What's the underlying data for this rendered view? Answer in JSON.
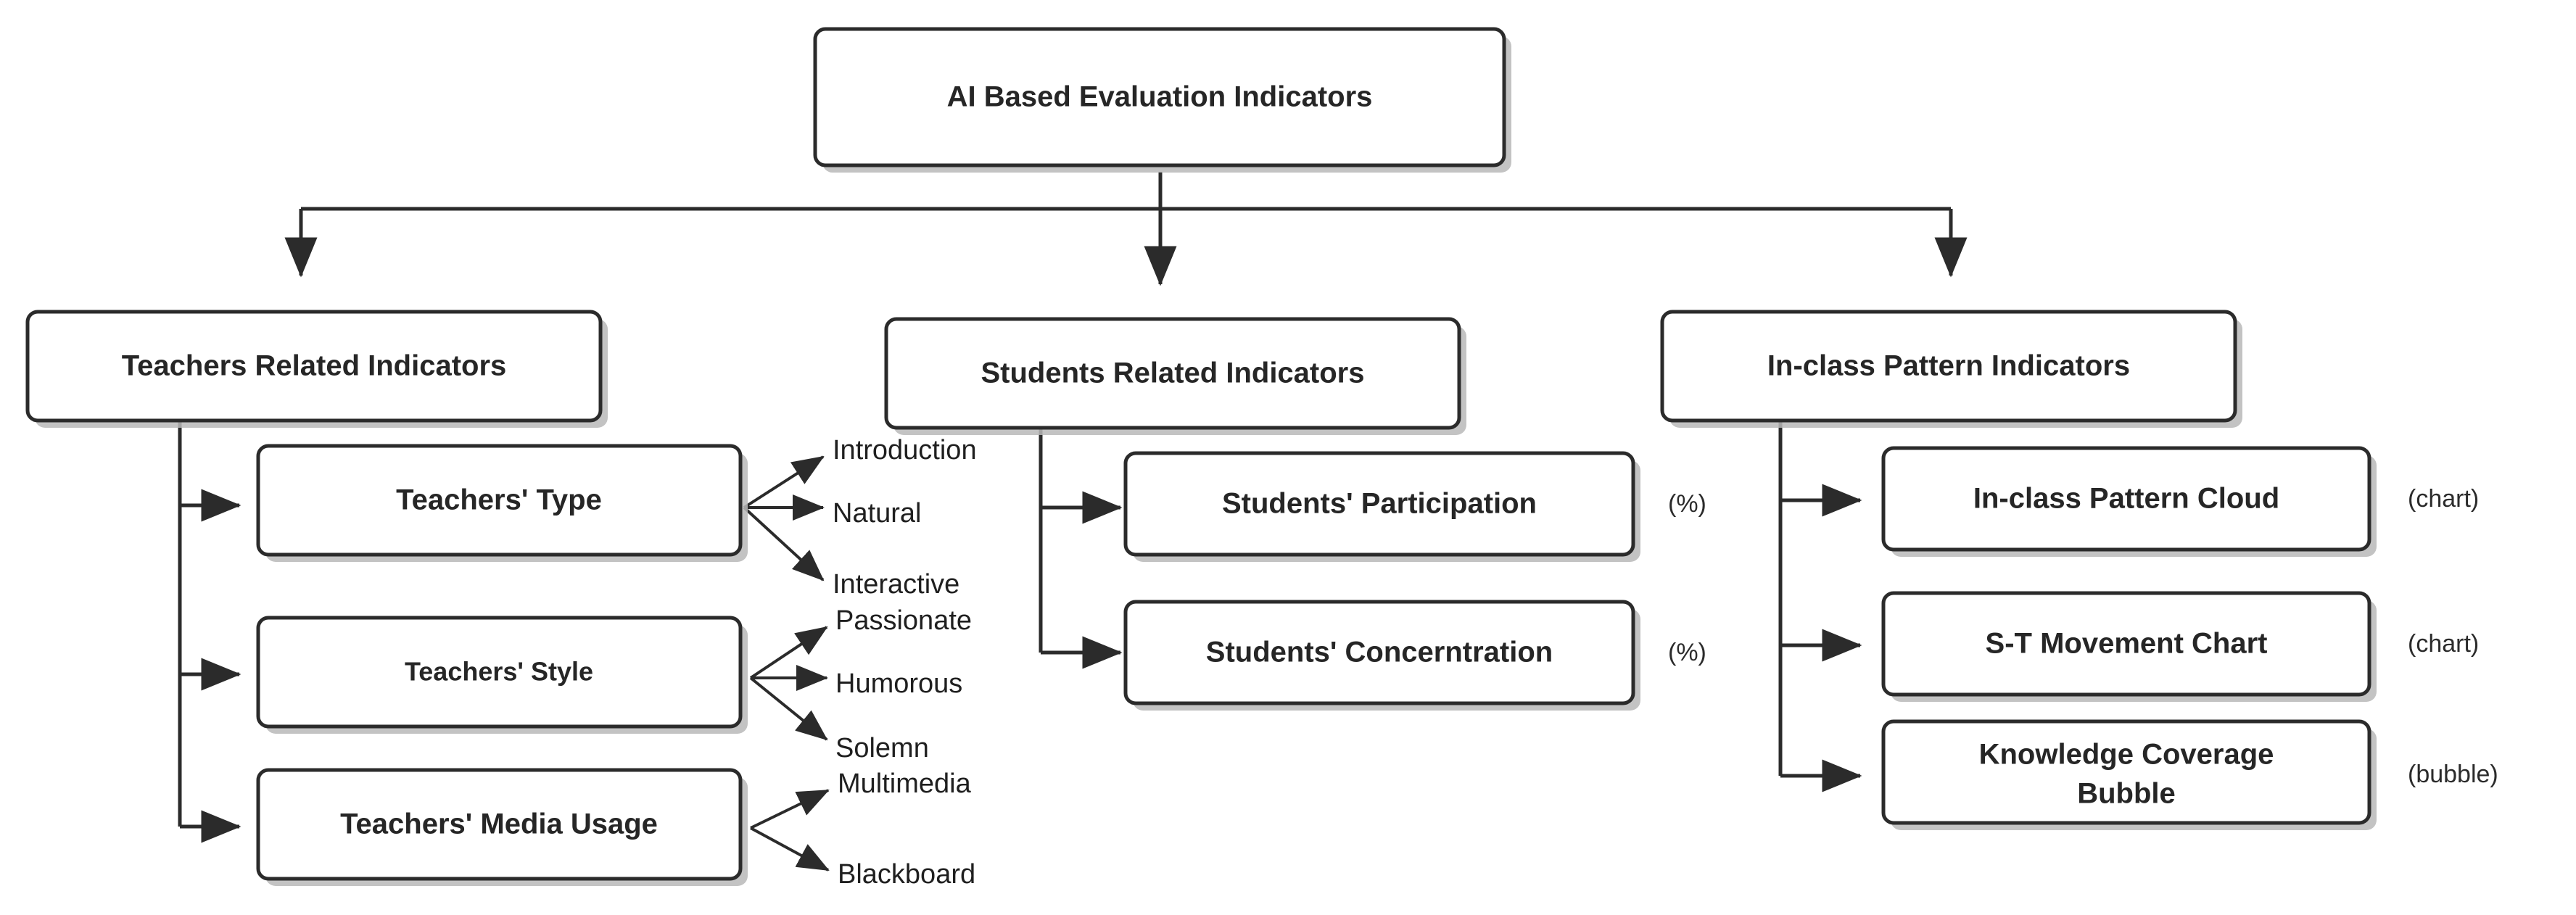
{
  "diagram": {
    "type": "tree-hierarchy-flowchart",
    "root": {
      "label": "AI Based Evaluation Indicators"
    },
    "branches": [
      {
        "id": "teachers",
        "label": "Teachers Related Indicators",
        "children": [
          {
            "id": "teachers-type",
            "label": "Teachers' Type",
            "annotation": "",
            "leaves": [
              "Introduction",
              "Natural",
              "Interactive"
            ]
          },
          {
            "id": "teachers-style",
            "label": "Teachers' Style",
            "annotation": "",
            "leaves": [
              "Passionate",
              "Humorous",
              "Solemn"
            ]
          },
          {
            "id": "teachers-media-usage",
            "label": "Teachers' Media Usage",
            "annotation": "",
            "leaves": [
              "Multimedia",
              "Blackboard"
            ]
          }
        ]
      },
      {
        "id": "students",
        "label": "Students Related Indicators",
        "children": [
          {
            "id": "students-participation",
            "label": "Students' Participation",
            "annotation": "(%)",
            "leaves": []
          },
          {
            "id": "students-concentration",
            "label": "Students' Concerntration",
            "annotation": "(%)",
            "leaves": []
          }
        ]
      },
      {
        "id": "in-class-pattern",
        "label": "In-class Pattern Indicators",
        "children": [
          {
            "id": "in-class-pattern-cloud",
            "label": "In-class Pattern Cloud",
            "annotation": "(chart)",
            "leaves": []
          },
          {
            "id": "s-t-movement-chart",
            "label": "S-T Movement Chart",
            "annotation": "(chart)",
            "leaves": []
          },
          {
            "id": "knowledge-coverage-bubble",
            "label_line1": "Knowledge Coverage",
            "label_line2": "Bubble",
            "label": "Knowledge Coverage Bubble",
            "annotation": "(bubble)",
            "leaves": []
          }
        ]
      }
    ],
    "colors": {
      "background": "#ffffff",
      "box_fill": "#ffffff",
      "box_stroke": "#2b2b2b",
      "text": "#262626",
      "edge": "#2b2b2b",
      "shadow": "#b8b8b8"
    }
  }
}
